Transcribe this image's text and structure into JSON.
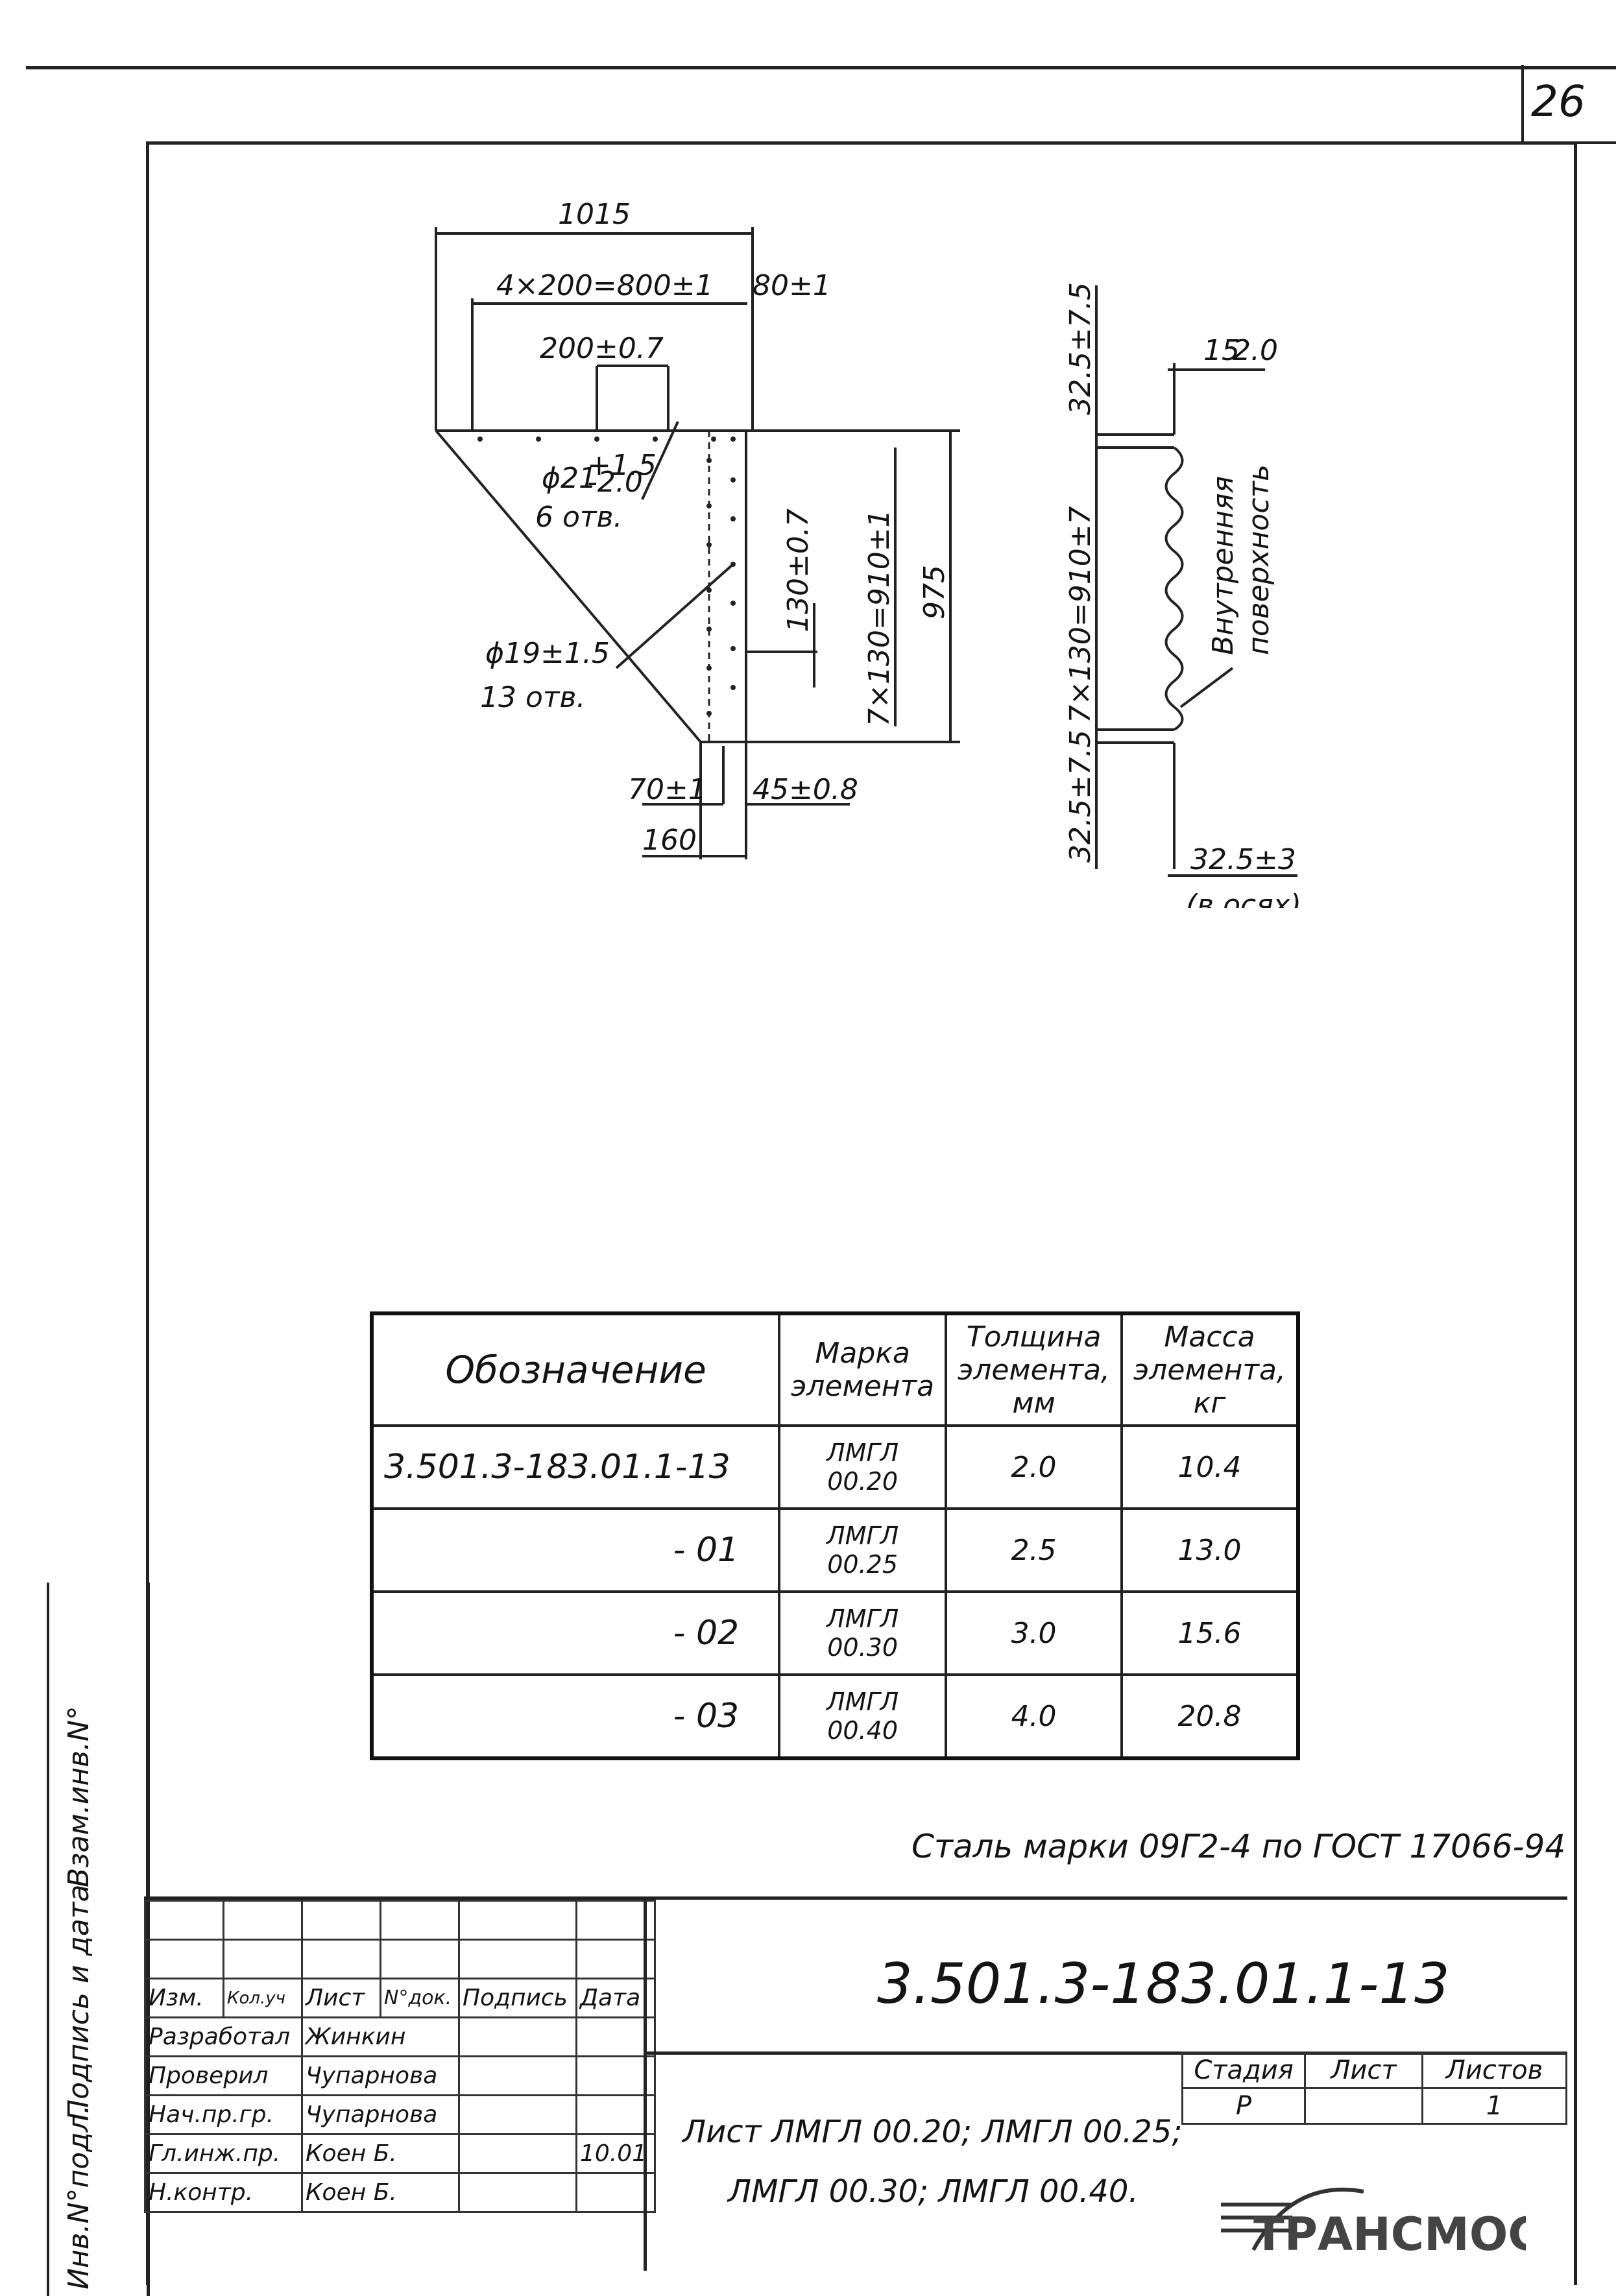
{
  "page_number": "26",
  "side_labels": {
    "inv_no": "Инв.N°подл.",
    "sign_date": "Подпись и дата",
    "replace_inv": "Взам.инв.N°"
  },
  "drawing": {
    "left_view": {
      "dim_overall_width": "1015",
      "dim_hole_pitch_top": "4×200=800±1",
      "dim_right_offset": "80±1",
      "dim_pitch_200": "200±0.7",
      "hole_top_dia": "ϕ21",
      "hole_top_tol_upper": "+1.5",
      "hole_top_tol_lower": "-2.0",
      "hole_top_count": "6 отв.",
      "hole_side_dia": "ϕ19±1.5",
      "hole_side_count": "13 отв.",
      "dim_pitch_130": "130±0.7",
      "dim_vertical_pitch": "7×130=910±1",
      "dim_height": "975",
      "dim_bottom_70": "70±1",
      "dim_bottom_45": "45±0.8",
      "dim_bottom_160": "160"
    },
    "right_view": {
      "dim_top_edge": "32.5±7.5",
      "dim_thickness": "15",
      "dim_thickness_sub": "2.0",
      "dim_corrugation_pitch": "7×130=910±7",
      "dim_bottom_edge": "32.5±7.5",
      "inner_surface_line1": "Внутренняя",
      "inner_surface_line2": "поверхность",
      "dim_axes": "32.5±3",
      "dim_axes_note": "(в осях)"
    }
  },
  "spec_table": {
    "headers": {
      "designation": "Обозначение",
      "mark_line1": "Марка",
      "mark_line2": "элемента",
      "thickness_line1": "Толщина",
      "thickness_line2": "элемента,",
      "thickness_line3": "мм",
      "mass_line1": "Масса",
      "mass_line2": "элемента,",
      "mass_line3": "кг"
    },
    "rows": [
      {
        "designation": "3.501.3-183.01.1-13",
        "mark": "ЛМГЛ 00.20",
        "thickness": "2.0",
        "mass": "10.4"
      },
      {
        "designation": "- 01",
        "mark": "ЛМГЛ 00.25",
        "thickness": "2.5",
        "mass": "13.0"
      },
      {
        "designation": "- 02",
        "mark": "ЛМГЛ 00.30",
        "thickness": "3.0",
        "mass": "15.6"
      },
      {
        "designation": "- 03",
        "mark": "ЛМГЛ 00.40",
        "thickness": "4.0",
        "mass": "20.8"
      }
    ]
  },
  "steel_note": "Сталь марки 09Г2-4 по ГОСТ 17066-94",
  "title_block": {
    "doc_code": "3.501.3-183.01.1-13",
    "rev_headers": {
      "izm": "Изм.",
      "kol": "Кол.уч",
      "list": "Лист",
      "ndok": "N°док.",
      "podpis": "Подпись",
      "data": "Дата"
    },
    "roles": [
      {
        "role": "Разработал",
        "name": "Жинкин",
        "date": ""
      },
      {
        "role": "Проверил",
        "name": "Чупарнова",
        "date": ""
      },
      {
        "role": "Нач.пр.гр.",
        "name": "Чупарнова",
        "date": ""
      },
      {
        "role": "Гл.инж.пр.",
        "name": "Коен Б.",
        "date": "10.01"
      },
      {
        "role": "Н.контр.",
        "name": "Коен Б.",
        "date": ""
      }
    ],
    "sheet_title_line1": "Лист ЛМГЛ 00.20; ЛМГЛ 00.25;",
    "sheet_title_line2": "ЛМГЛ 00.30; ЛМГЛ 00.40.",
    "stage_header": "Стадия",
    "sheet_header": "Лист",
    "sheets_header": "Листов",
    "stage_value": "Р",
    "sheet_value": "",
    "sheets_value": "1",
    "logo_text": "ТРАНСМОСТ"
  }
}
